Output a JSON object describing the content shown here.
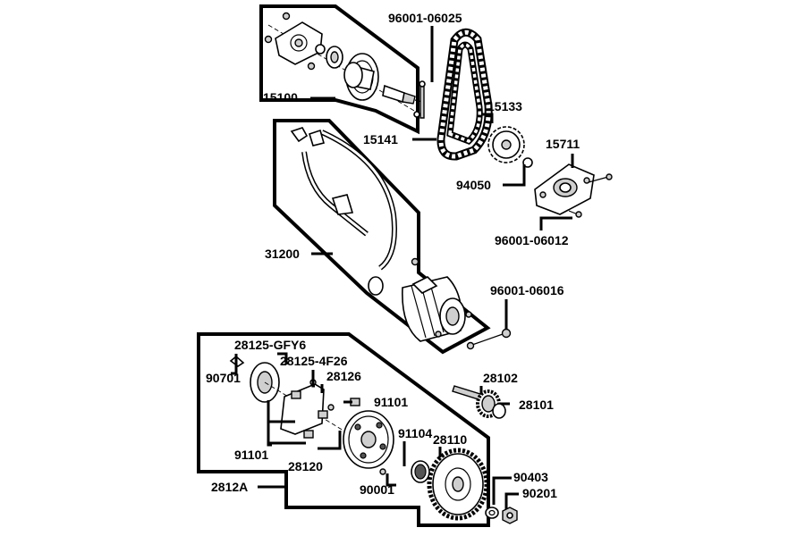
{
  "labels": {
    "p96001_06025": "96001-06025",
    "p15100": "15100",
    "p15133": "15133",
    "p15141": "15141",
    "p15711": "15711",
    "p94050": "94050",
    "p96001_06012": "96001-06012",
    "p31200": "31200",
    "p96001_06016": "96001-06016",
    "p28125_GFY6": "28125-GFY6",
    "p28125_4F26": "28125-4F26",
    "p90701": "90701",
    "p28126": "28126",
    "p91101a": "91101",
    "p28102": "28102",
    "p28101": "28101",
    "p91104": "91104",
    "p28110": "28110",
    "p91101b": "91101",
    "p28120": "28120",
    "p90403": "90403",
    "p90201": "90201",
    "p90001": "90001",
    "p2812A": "2812A"
  },
  "icons": {
    "starter_motor": "starter-motor-icon",
    "oil_pump": "oil-pump-icon",
    "chain": "chain-icon",
    "sprocket": "sprocket-icon",
    "ring_gear": "ring-gear-icon",
    "flywheel": "flywheel-icon"
  }
}
